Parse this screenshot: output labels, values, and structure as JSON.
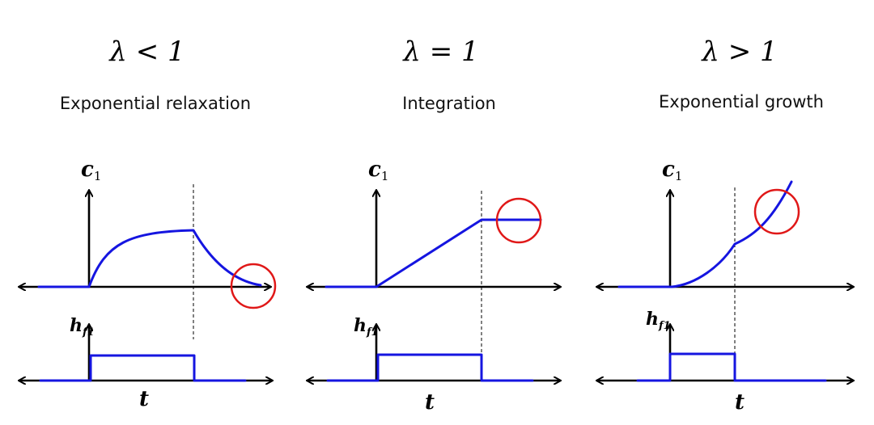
{
  "panels": [
    {
      "condition": "λ < 1",
      "description": "Exponential relaxation",
      "y_label_main": "c",
      "y_label_sub": "1",
      "pulse_label_main": "h",
      "pulse_label_sub": "f1",
      "time_label": "t"
    },
    {
      "condition": "λ = 1",
      "description": "Integration",
      "y_label_main": "c",
      "y_label_sub": "1",
      "pulse_label_main": "h",
      "pulse_label_sub": "f1",
      "time_label": "t"
    },
    {
      "condition": "λ > 1",
      "description": "Exponential growth",
      "y_label_main": "c",
      "y_label_sub": "1",
      "pulse_label_main": "h",
      "pulse_label_sub": "f1",
      "time_label": "t"
    }
  ],
  "colors": {
    "curve": "#1515e0",
    "highlight": "#e01818",
    "axes": "#000000"
  }
}
